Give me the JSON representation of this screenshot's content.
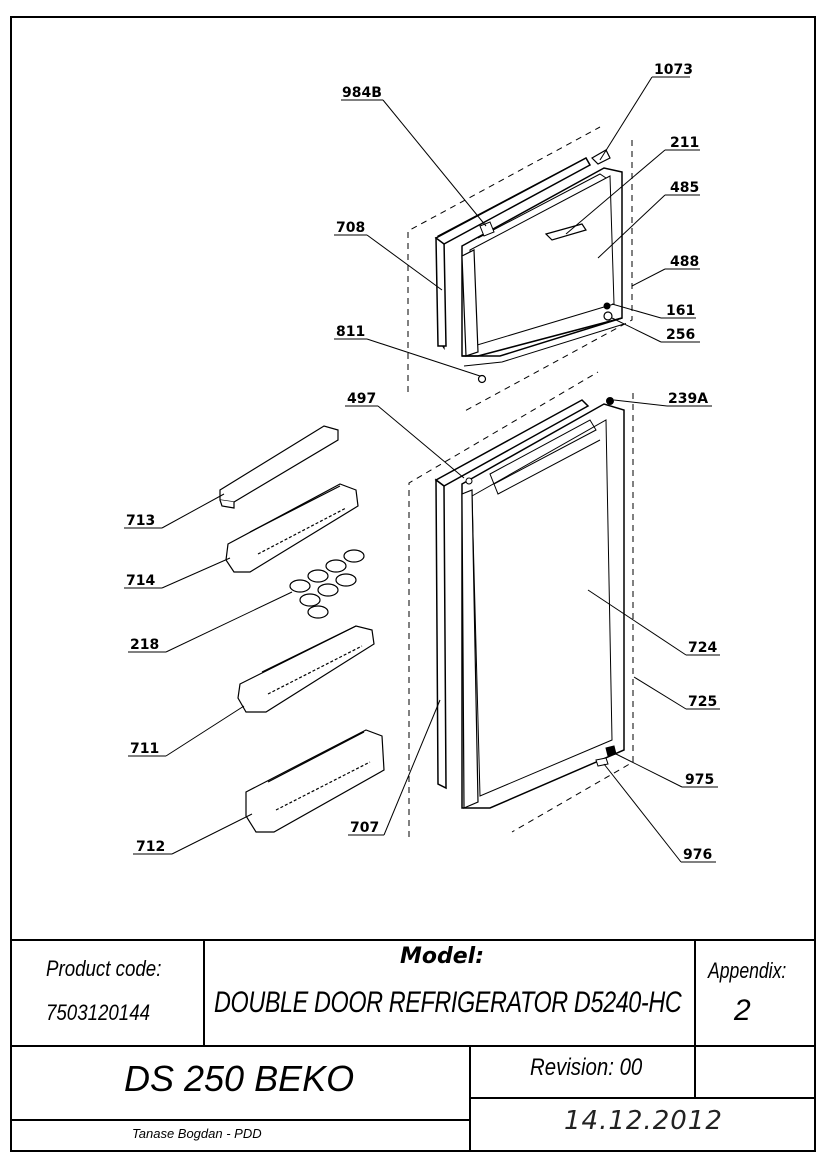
{
  "callouts": {
    "c1073": "1073",
    "c984B": "984B",
    "c211": "211",
    "c485": "485",
    "c708": "708",
    "c488": "488",
    "c161": "161",
    "c256": "256",
    "c811": "811",
    "c497": "497",
    "c239A": "239A",
    "c713": "713",
    "c714": "714",
    "c218": "218",
    "c724": "724",
    "c725": "725",
    "c711": "711",
    "c975": "975",
    "c707": "707",
    "c712": "712",
    "c976": "976"
  },
  "title_block": {
    "product_code_label": "Product code:",
    "product_code": "7503120144",
    "model_label": "Model:",
    "model": "DOUBLE DOOR REFRIGERATOR D5240-HC",
    "appendix_label": "Appendix:",
    "appendix": "2",
    "project": "DS 250 BEKO",
    "revision": "Revision: 00",
    "author": "Tanase Bogdan - PDD",
    "date": "14.12.2012"
  }
}
